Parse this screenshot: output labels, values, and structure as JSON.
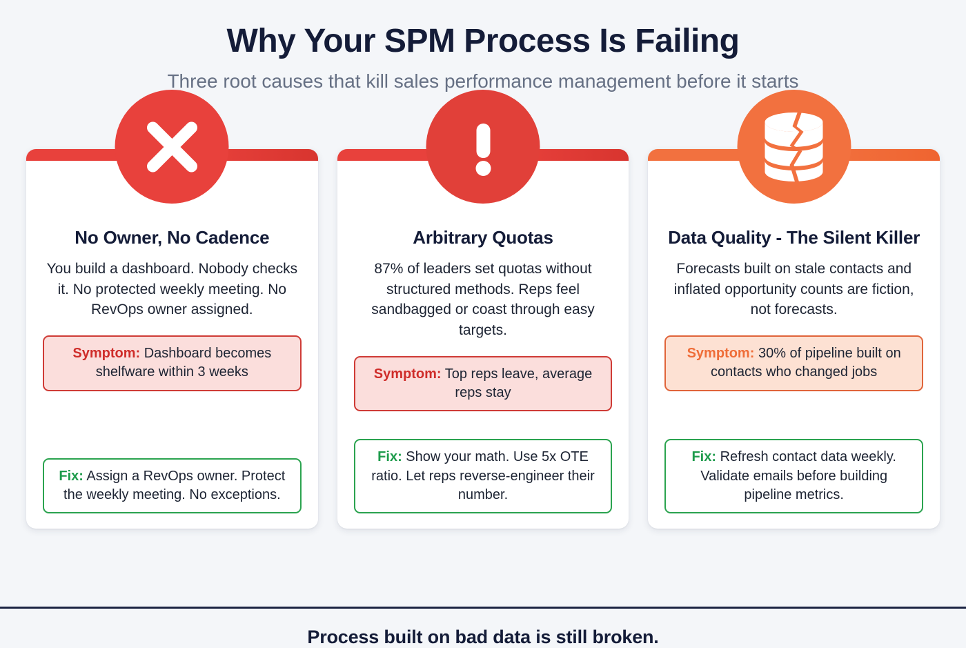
{
  "header": {
    "title": "Why Your SPM Process Is Failing",
    "subtitle": "Three root causes that kill sales performance management before it starts"
  },
  "colors": {
    "background": "#f4f6f9",
    "title_navy": "#141c38",
    "subtitle_gray": "#667084",
    "red": "#e8413c",
    "dark_red": "#cf2d2a",
    "orange": "#f2713f",
    "green": "#1d9b4b",
    "symptom_red_bg": "#fbdedc",
    "symptom_orange_bg": "#fde1d3"
  },
  "cards": [
    {
      "icon": "x-mark-icon",
      "accent": "#e8413c",
      "title": "No Owner, No Cadence",
      "description": "You build a dashboard. Nobody checks it. No protected weekly meeting. No RevOps owner assigned.",
      "symptom_label": "Symptom:",
      "symptom_text": " Dashboard becomes shelfware within 3 weeks",
      "fix_label": "Fix:",
      "fix_text": " Assign a RevOps owner. Protect the weekly meeting. No exceptions."
    },
    {
      "icon": "exclamation-mark-icon",
      "accent": "#e14039",
      "title": "Arbitrary Quotas",
      "description": "87% of leaders set quotas without structured methods. Reps feel sandbagged or coast through easy targets.",
      "symptom_label": "Symptom:",
      "symptom_text": " Top reps leave, average reps stay",
      "fix_label": "Fix:",
      "fix_text": " Show your math. Use 5x OTE ratio. Let reps reverse-engineer their number."
    },
    {
      "icon": "cracked-database-icon",
      "accent": "#f2713f",
      "title": "Data Quality - The Silent Killer",
      "description": "Forecasts built on stale contacts and inflated opportunity counts are fiction, not forecasts.",
      "symptom_label": "Symptom:",
      "symptom_text": " 30% of pipeline built on contacts who changed jobs",
      "fix_label": "Fix:",
      "fix_text": " Refresh contact data weekly. Validate emails before building pipeline metrics."
    }
  ],
  "footer": {
    "text": "Process built on bad data is still broken."
  }
}
